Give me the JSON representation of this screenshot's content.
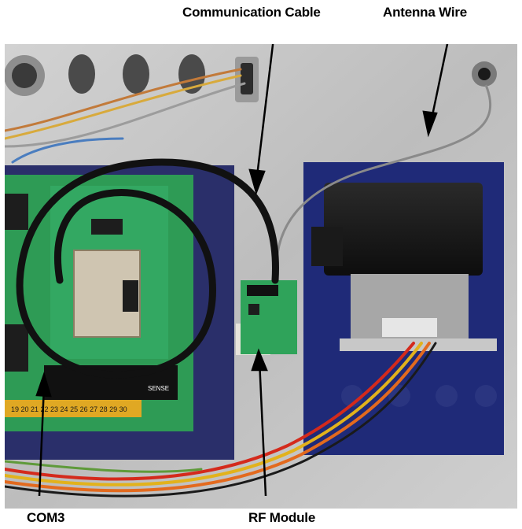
{
  "labels": {
    "communication_cable": "Communication Cable",
    "antenna_wire": "Antenna Wire",
    "com3": "COM3",
    "rf_module": "RF Module"
  },
  "board_markings": {
    "terminal_numbers": "19 20 21 22 23 24 25 26 27 28 29 30",
    "sense": "SENSE"
  },
  "colors": {
    "panel": "#c9c9c9",
    "bracket": "#1f2a78",
    "pcb": "#2e9b55",
    "cable": "#111111",
    "antenna": "#8a8a8a",
    "wire_red": "#d42a1c",
    "wire_yellow": "#e2b21c",
    "wire_orange": "#e36a1e"
  }
}
